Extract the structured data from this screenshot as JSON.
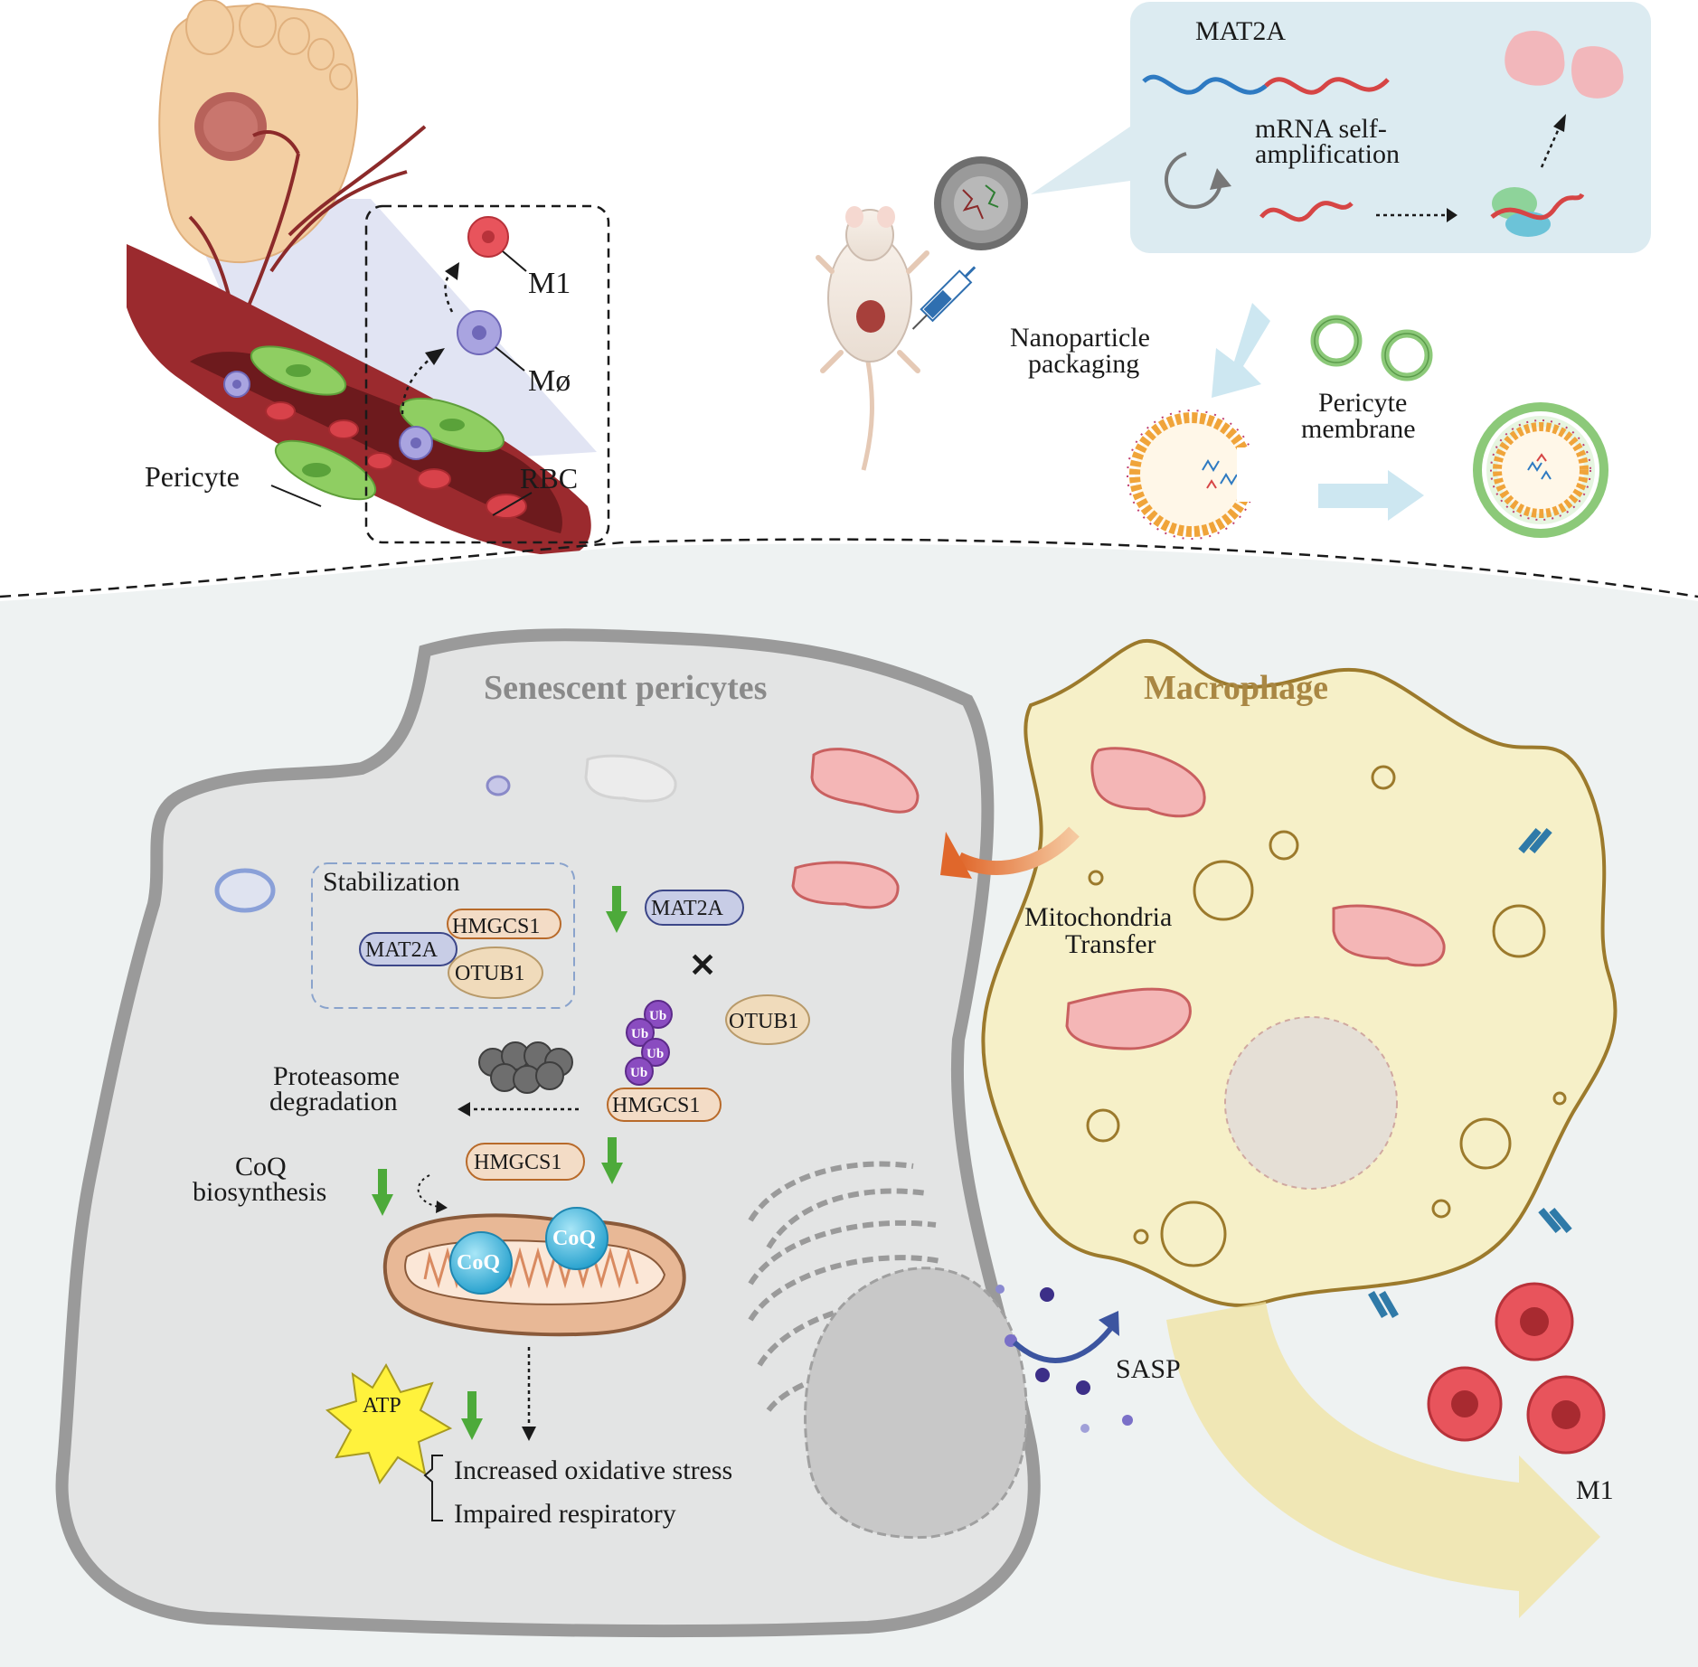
{
  "top_left": {
    "m1_label": "M1",
    "mo_label": "Mø",
    "pericyte_label": "Pericyte",
    "rbc_label": "RBC"
  },
  "top_right": {
    "mat2a_label": "MAT2A",
    "mrna_line1": "mRNA self-",
    "mrna_line2": "amplification",
    "nano_line1": "Nanoparticle",
    "nano_line2": "packaging",
    "membrane_line1": "Pericyte",
    "membrane_line2": "membrane"
  },
  "bottom": {
    "senescent_title": "Senescent pericytes",
    "macrophage_title": "Macrophage",
    "stabilization": "Stabilization",
    "mat2a": "MAT2A",
    "hmgcs1": "HMGCS1",
    "otub1": "OTUB1",
    "ub": "Ub",
    "proteasome_line1": "Proteasome",
    "proteasome_line2": "degradation",
    "coq_line1": "CoQ",
    "coq_line2": "biosynthesis",
    "coq": "CoQ",
    "atp": "ATP",
    "oxidative": "Increased oxidative stress",
    "respiratory": "Impaired respiratory",
    "mito_line1": "Mitochondria",
    "mito_line2": "Transfer",
    "sasp": "SASP",
    "m1": "M1"
  },
  "colors": {
    "vessel": "#9b2a2e",
    "rbc": "#d8424a",
    "pericyte_green": "#8fce62",
    "macrophage_blue": "#a9a4e0",
    "m1_red": "#e8545c",
    "panel_blue": "#dcebf1",
    "bottom_bg": "#eef2f2",
    "senescent_fill": "#e6e6e6",
    "macrophage_fill": "#f6f0c8",
    "mito_pink": "#f4b6b6",
    "arrow_green": "#4daa3a",
    "ub_purple": "#8a4cc0",
    "coq_cyan": "#3fb8de",
    "atp_yellow": "#fff23c"
  }
}
